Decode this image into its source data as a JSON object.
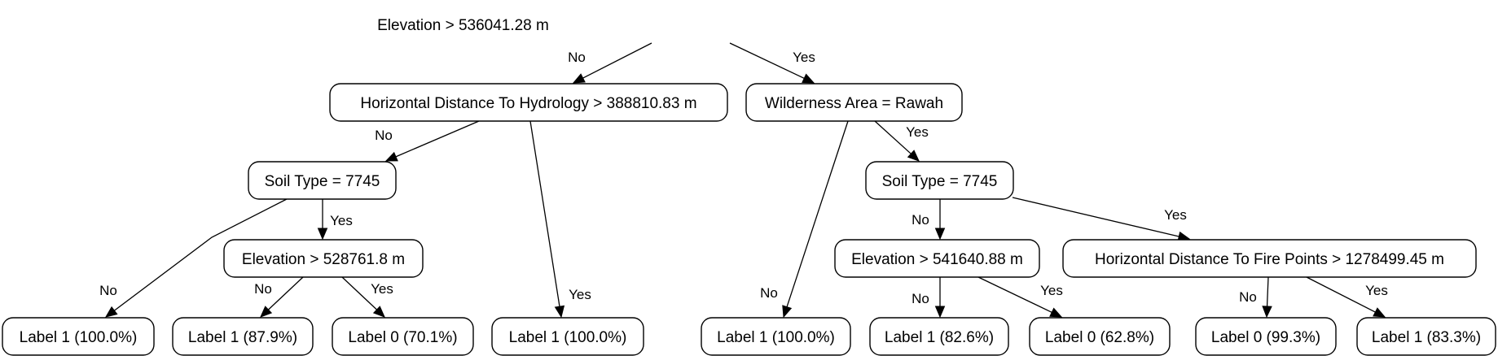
{
  "nodes": [
    {
      "id": "n0",
      "label": "Elevation > 536041.28 m"
    },
    {
      "id": "n1",
      "label": "Horizontal Distance To Hydrology > 388810.83 m"
    },
    {
      "id": "n2",
      "label": "Wilderness Area = Rawah"
    },
    {
      "id": "n3",
      "label": "Soil Type = 7745"
    },
    {
      "id": "n4",
      "label": "Label 1 (100.0%)"
    },
    {
      "id": "n5",
      "label": "Elevation > 528761.8 m"
    },
    {
      "id": "n6",
      "label": "Label 1 (100.0%)"
    },
    {
      "id": "n7",
      "label": "Label 1 (87.9%)"
    },
    {
      "id": "n8",
      "label": "Label 0 (70.1%)"
    },
    {
      "id": "n9",
      "label": "Label 1 (100.0%)"
    },
    {
      "id": "n10",
      "label": "Soil Type = 7745"
    },
    {
      "id": "n11",
      "label": "Elevation > 541640.88 m"
    },
    {
      "id": "n12",
      "label": "Horizontal Distance To Fire Points > 1278499.45 m"
    },
    {
      "id": "n13",
      "label": "Label 1 (82.6%)"
    },
    {
      "id": "n14",
      "label": "Label 0 (62.8%)"
    },
    {
      "id": "n15",
      "label": "Label 0 (99.3%)"
    },
    {
      "id": "n16",
      "label": "Label 1 (83.3%)"
    }
  ],
  "edges": [
    {
      "from": "n0",
      "to": "n1",
      "label": "No"
    },
    {
      "from": "n0",
      "to": "n2",
      "label": "Yes"
    },
    {
      "from": "n1",
      "to": "n3",
      "label": "No"
    },
    {
      "from": "n1",
      "to": "n4",
      "label": "Yes"
    },
    {
      "from": "n3",
      "to": "n6",
      "label": "No"
    },
    {
      "from": "n3",
      "to": "n5",
      "label": "Yes"
    },
    {
      "from": "n5",
      "to": "n7",
      "label": "No"
    },
    {
      "from": "n5",
      "to": "n8",
      "label": "Yes"
    },
    {
      "from": "n2",
      "to": "n9",
      "label": "No"
    },
    {
      "from": "n2",
      "to": "n10",
      "label": "Yes"
    },
    {
      "from": "n10",
      "to": "n11",
      "label": "No"
    },
    {
      "from": "n10",
      "to": "n12",
      "label": "Yes"
    },
    {
      "from": "n11",
      "to": "n13",
      "label": "No"
    },
    {
      "from": "n11",
      "to": "n14",
      "label": "Yes"
    },
    {
      "from": "n12",
      "to": "n15",
      "label": "No"
    },
    {
      "from": "n12",
      "to": "n16",
      "label": "Yes"
    }
  ]
}
